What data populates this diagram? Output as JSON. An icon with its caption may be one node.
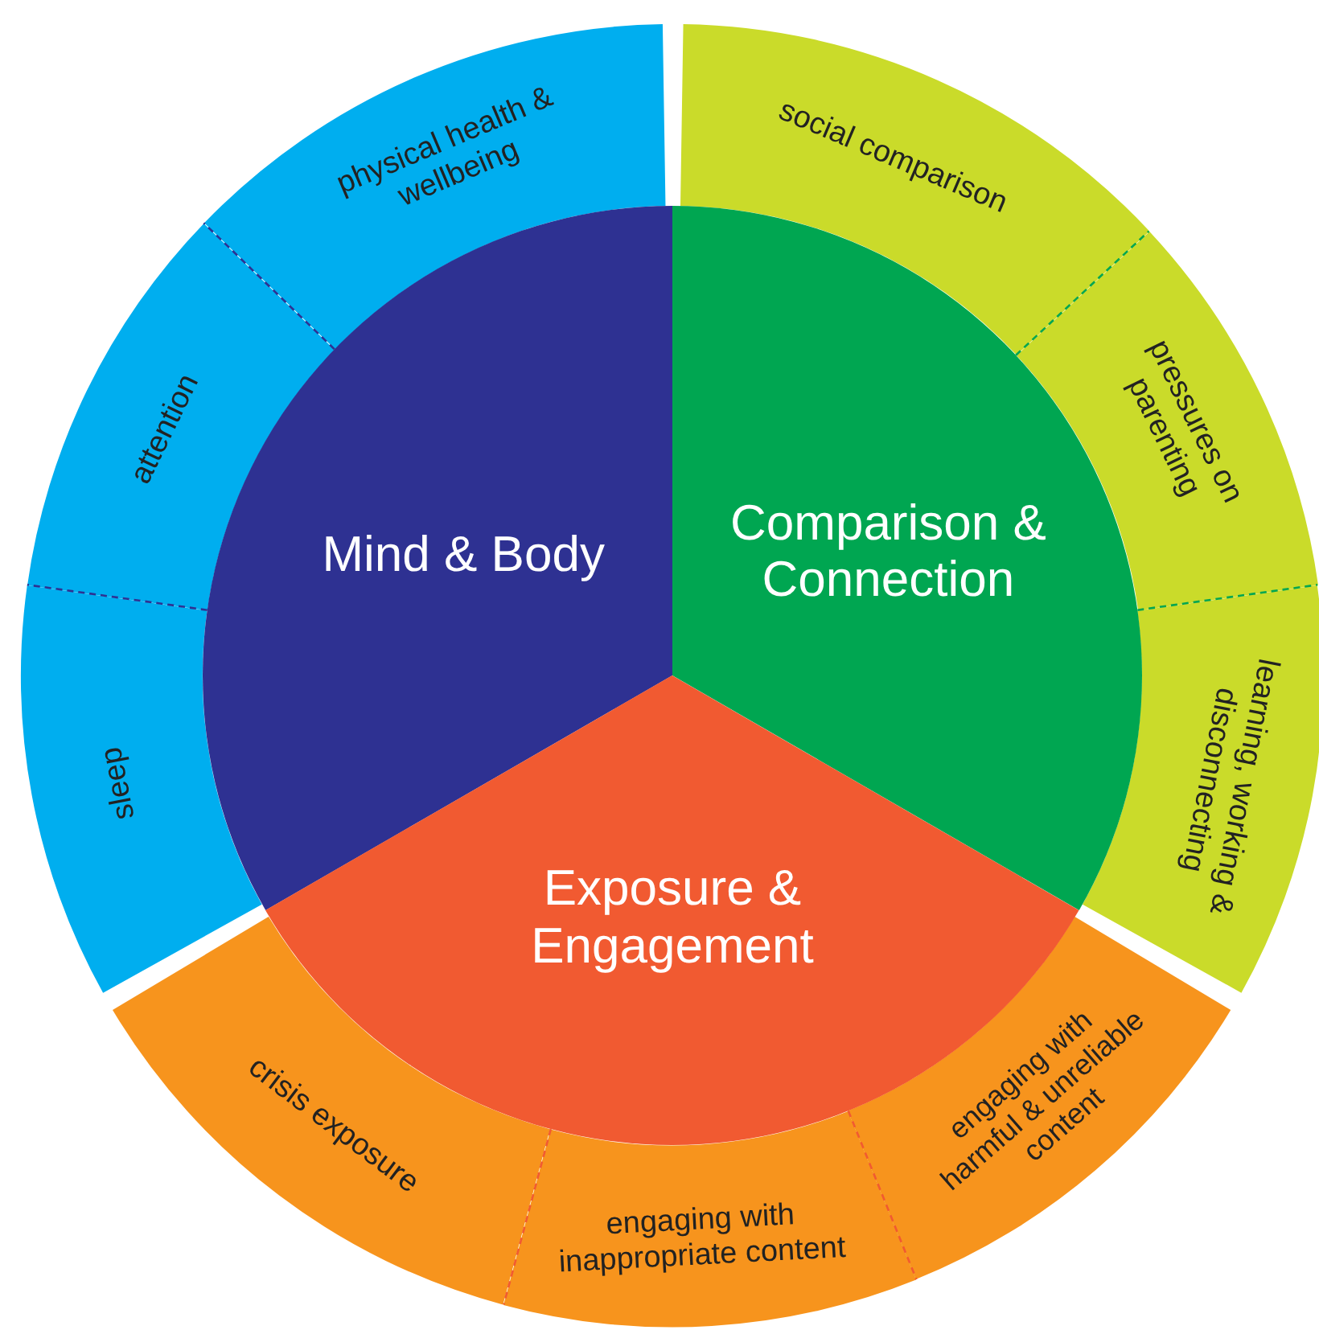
{
  "diagram": {
    "nodes": [
      {
        "text": [
          "Mind & Body"
        ]
      },
      {
        "text": [
          "Comparison & Connection"
        ]
      },
      {
        "text": [
          "Exposure & Engagement"
        ]
      },
      {
        "text": [
          "physical health & wellbeing"
        ]
      },
      {
        "text": [
          "attention"
        ]
      },
      {
        "text": [
          "sleep"
        ]
      },
      {
        "text": [
          "social comparison"
        ]
      },
      {
        "text": [
          "pressures on parenting"
        ]
      },
      {
        "text": [
          "learning, working & disconnecting"
        ]
      },
      {
        "text": [
          "crisis exposure"
        ]
      },
      {
        "text": [
          "engaging with inappropriate content"
        ]
      },
      {
        "text": [
          "engaging with harmful & unreliable content"
        ]
      }
    ]
  }
}
